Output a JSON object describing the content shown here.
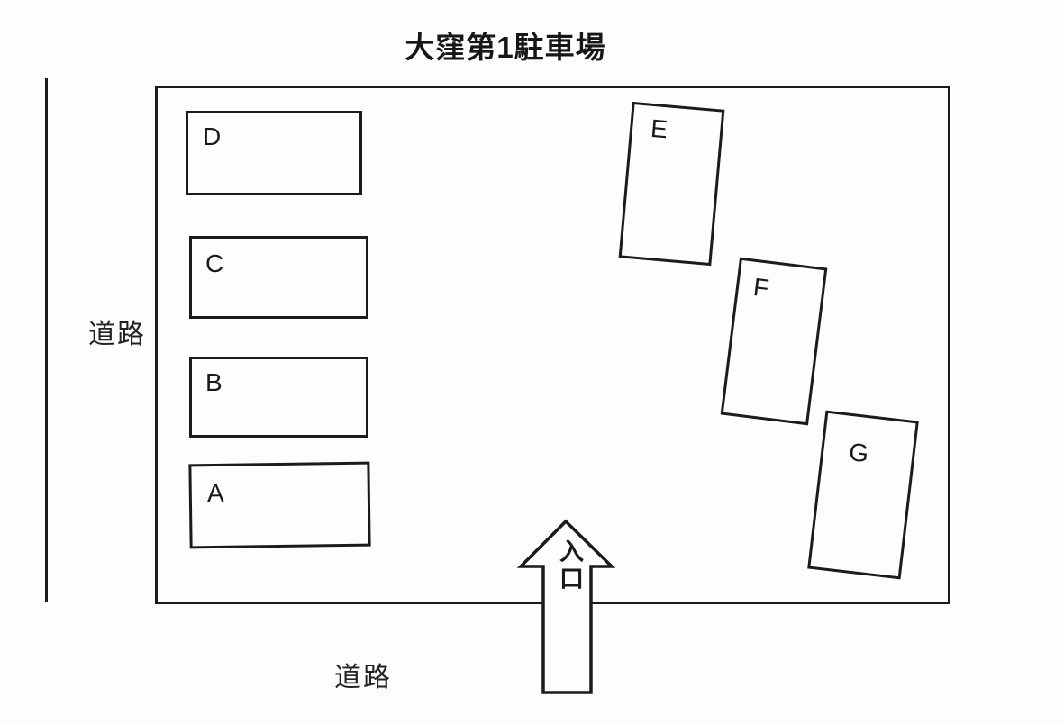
{
  "title": "大窪第1駐車場",
  "roads": {
    "left_label": "道路",
    "bottom_label": "道路"
  },
  "entrance": {
    "label": "入口"
  },
  "spaces": [
    {
      "id": "A",
      "label": "A"
    },
    {
      "id": "B",
      "label": "B"
    },
    {
      "id": "C",
      "label": "C"
    },
    {
      "id": "D",
      "label": "D"
    },
    {
      "id": "E",
      "label": "E"
    },
    {
      "id": "F",
      "label": "F"
    },
    {
      "id": "G",
      "label": "G"
    }
  ]
}
